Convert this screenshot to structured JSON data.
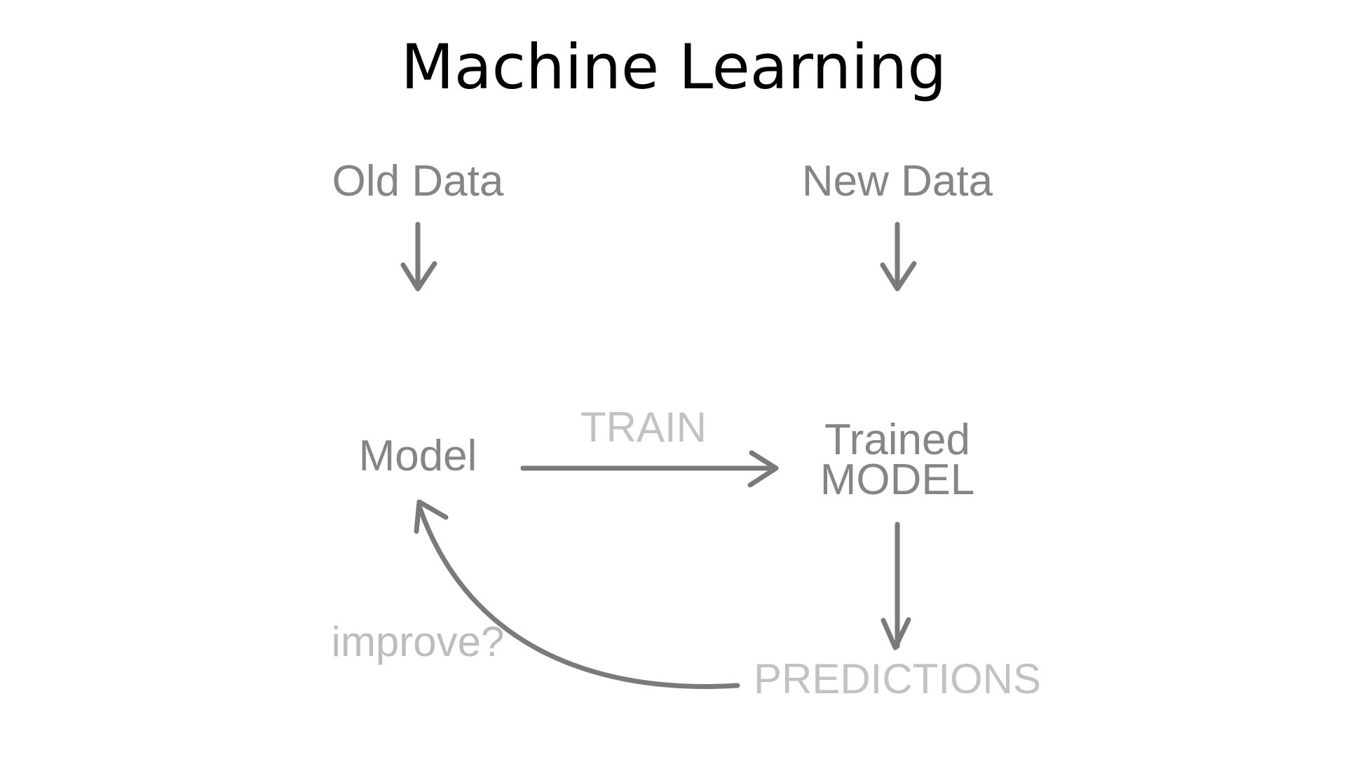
{
  "title": "Machine Learning",
  "nodes": {
    "old_data": "Old Data",
    "new_data": "New Data",
    "model": "Model",
    "trained_line1": "Trained",
    "trained_line2": "MODEL",
    "predictions": "PREDICTIONS"
  },
  "edges": {
    "train": "TRAIN",
    "improve": "improve?"
  },
  "colors": {
    "arrow": "#7a7a7a",
    "dark_text": "#858585",
    "light_text": "#c2c2c2"
  }
}
